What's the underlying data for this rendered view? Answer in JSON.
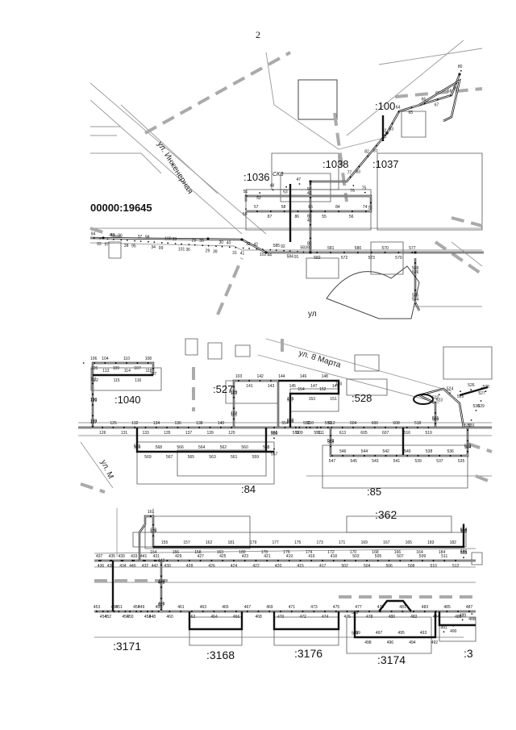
{
  "page_number": "2",
  "panel1": {
    "parcels": [
      ":100",
      ":1038",
      ":1036",
      ":1037"
    ],
    "cadastral": "00000:19645",
    "street": "ул. Инженерная",
    "street_cut": "ул",
    "label_skz": "СКЗ",
    "numbers": [
      "80",
      "79",
      "68",
      "67",
      "66",
      "65",
      "64",
      "63",
      "62",
      "81",
      "82",
      "83",
      "77",
      "76",
      "75",
      "73",
      "74",
      "56",
      "84",
      "55",
      "85",
      "86",
      "58",
      "87",
      "57",
      "50",
      "51",
      "52",
      "48",
      "53",
      "47",
      "54",
      "46",
      "88",
      "45",
      "89",
      "90",
      "91",
      "92",
      "44",
      "42",
      "41",
      "40",
      "39",
      "35",
      "36",
      "33",
      "99",
      "98",
      "95",
      "96",
      "97",
      "94",
      "93",
      "43",
      "38",
      "37",
      "34",
      "100",
      "101",
      "28",
      "29",
      "30",
      "31",
      "32",
      "102",
      "585",
      "584",
      "583",
      "582",
      "581",
      "572",
      "580",
      "573",
      "570",
      "579",
      "577",
      "578",
      "576",
      "575",
      "574"
    ]
  },
  "panel2": {
    "parcels": [
      ":1040",
      ":527",
      ":528",
      ":84",
      ":85"
    ],
    "street": "ул. 8 Марта",
    "street_cut": "ул. М",
    "numbers": [
      "106",
      "105",
      "104",
      "109",
      "110",
      "107",
      "108",
      "117",
      "118",
      "116",
      "114",
      "115",
      "113",
      "112",
      "111",
      "130",
      "129",
      "128",
      "127",
      "126",
      "125",
      "131",
      "132",
      "133",
      "134",
      "135",
      "136",
      "137",
      "138",
      "139",
      "140",
      "120",
      "121",
      "122",
      "123",
      "119",
      "103",
      "141",
      "142",
      "143",
      "144",
      "145",
      "146",
      "147",
      "148",
      "149",
      "150",
      "151",
      "152",
      "153",
      "154",
      "155",
      "517",
      "602",
      "603",
      "609",
      "610",
      "611",
      "612",
      "613",
      "604",
      "605",
      "606",
      "607",
      "608",
      "516",
      "518",
      "519",
      "520",
      "521",
      "522",
      "523",
      "524",
      "525",
      "526",
      "527",
      "528",
      "529",
      "530",
      "531",
      "532",
      "533",
      "534",
      "535",
      "536",
      "537",
      "538",
      "539",
      "540",
      "541",
      "542",
      "543",
      "544",
      "545",
      "546",
      "547",
      "548",
      "549",
      "550",
      "551",
      "552",
      "553",
      "554",
      "555",
      "556",
      "557",
      "558",
      "559",
      "560",
      "561",
      "562",
      "563",
      "564",
      "565",
      "566",
      "567",
      "568",
      "569",
      "570",
      "571"
    ]
  },
  "panel3": {
    "parcels": [
      ":362",
      ":3171",
      ":3168",
      ":3176",
      ":3174",
      ":3"
    ],
    "numbers": [
      "161",
      "160",
      "159",
      "154",
      "155",
      "156",
      "157",
      "158",
      "162",
      "163",
      "181",
      "180",
      "179",
      "178",
      "177",
      "176",
      "175",
      "174",
      "173",
      "172",
      "171",
      "170",
      "169",
      "168",
      "167",
      "166",
      "165",
      "164",
      "183",
      "184",
      "182",
      "185",
      "186",
      "514",
      "515",
      "516",
      "513",
      "512",
      "511",
      "510",
      "509",
      "508",
      "507",
      "506",
      "505",
      "504",
      "503",
      "502",
      "418",
      "417",
      "416",
      "415",
      "419",
      "420",
      "421",
      "422",
      "423",
      "424",
      "425",
      "426",
      "427",
      "428",
      "429",
      "430",
      "431",
      "432",
      "433",
      "434",
      "435",
      "436",
      "437",
      "438",
      "439",
      "440",
      "441",
      "442",
      "443",
      "444",
      "445",
      "446",
      "447",
      "448",
      "449",
      "450",
      "451",
      "452",
      "453",
      "454",
      "455",
      "456",
      "457",
      "458",
      "459",
      "460",
      "461",
      "462",
      "463",
      "464",
      "465",
      "466",
      "467",
      "468",
      "469",
      "470",
      "471",
      "472",
      "473",
      "474",
      "475",
      "476",
      "477",
      "478",
      "479",
      "480",
      "481",
      "482",
      "483",
      "484",
      "485",
      "486",
      "487",
      "488",
      "489",
      "490",
      "491",
      "492",
      "493",
      "494",
      "495",
      "496",
      "497",
      "498",
      "499",
      "500",
      "501"
    ]
  }
}
